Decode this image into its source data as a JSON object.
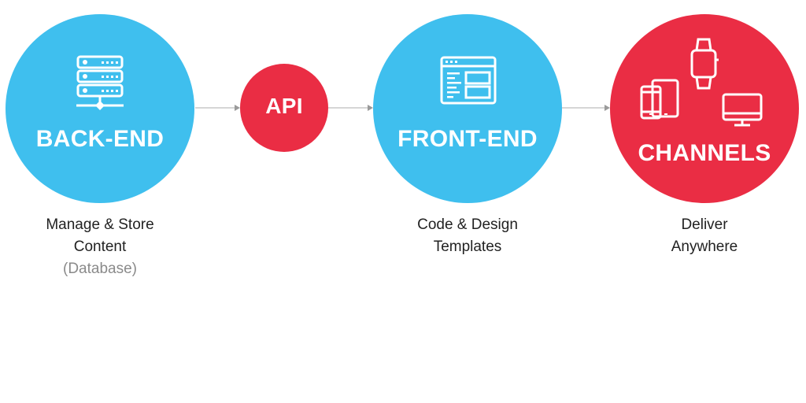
{
  "colors": {
    "blue": "#3fbfee",
    "red": "#ea2d44",
    "arrow": "#c8c8c8"
  },
  "nodes": [
    {
      "id": "back-end",
      "title": "BACK-END",
      "icon": "database-server-icon",
      "color": "blue",
      "caption": [
        "Manage & Store",
        "Content"
      ],
      "subcaption": "(Database)"
    },
    {
      "id": "api",
      "title": "API",
      "color": "red"
    },
    {
      "id": "front-end",
      "title": "FRONT-END",
      "icon": "web-template-icon",
      "color": "blue",
      "caption": [
        "Code & Design",
        "Templates"
      ]
    },
    {
      "id": "channels",
      "title": "CHANNELS",
      "icon": "devices-icon",
      "color": "red",
      "caption": [
        "Deliver",
        "Anywhere"
      ]
    }
  ],
  "edges": [
    {
      "from": "back-end",
      "to": "api"
    },
    {
      "from": "api",
      "to": "front-end"
    },
    {
      "from": "front-end",
      "to": "channels"
    }
  ]
}
